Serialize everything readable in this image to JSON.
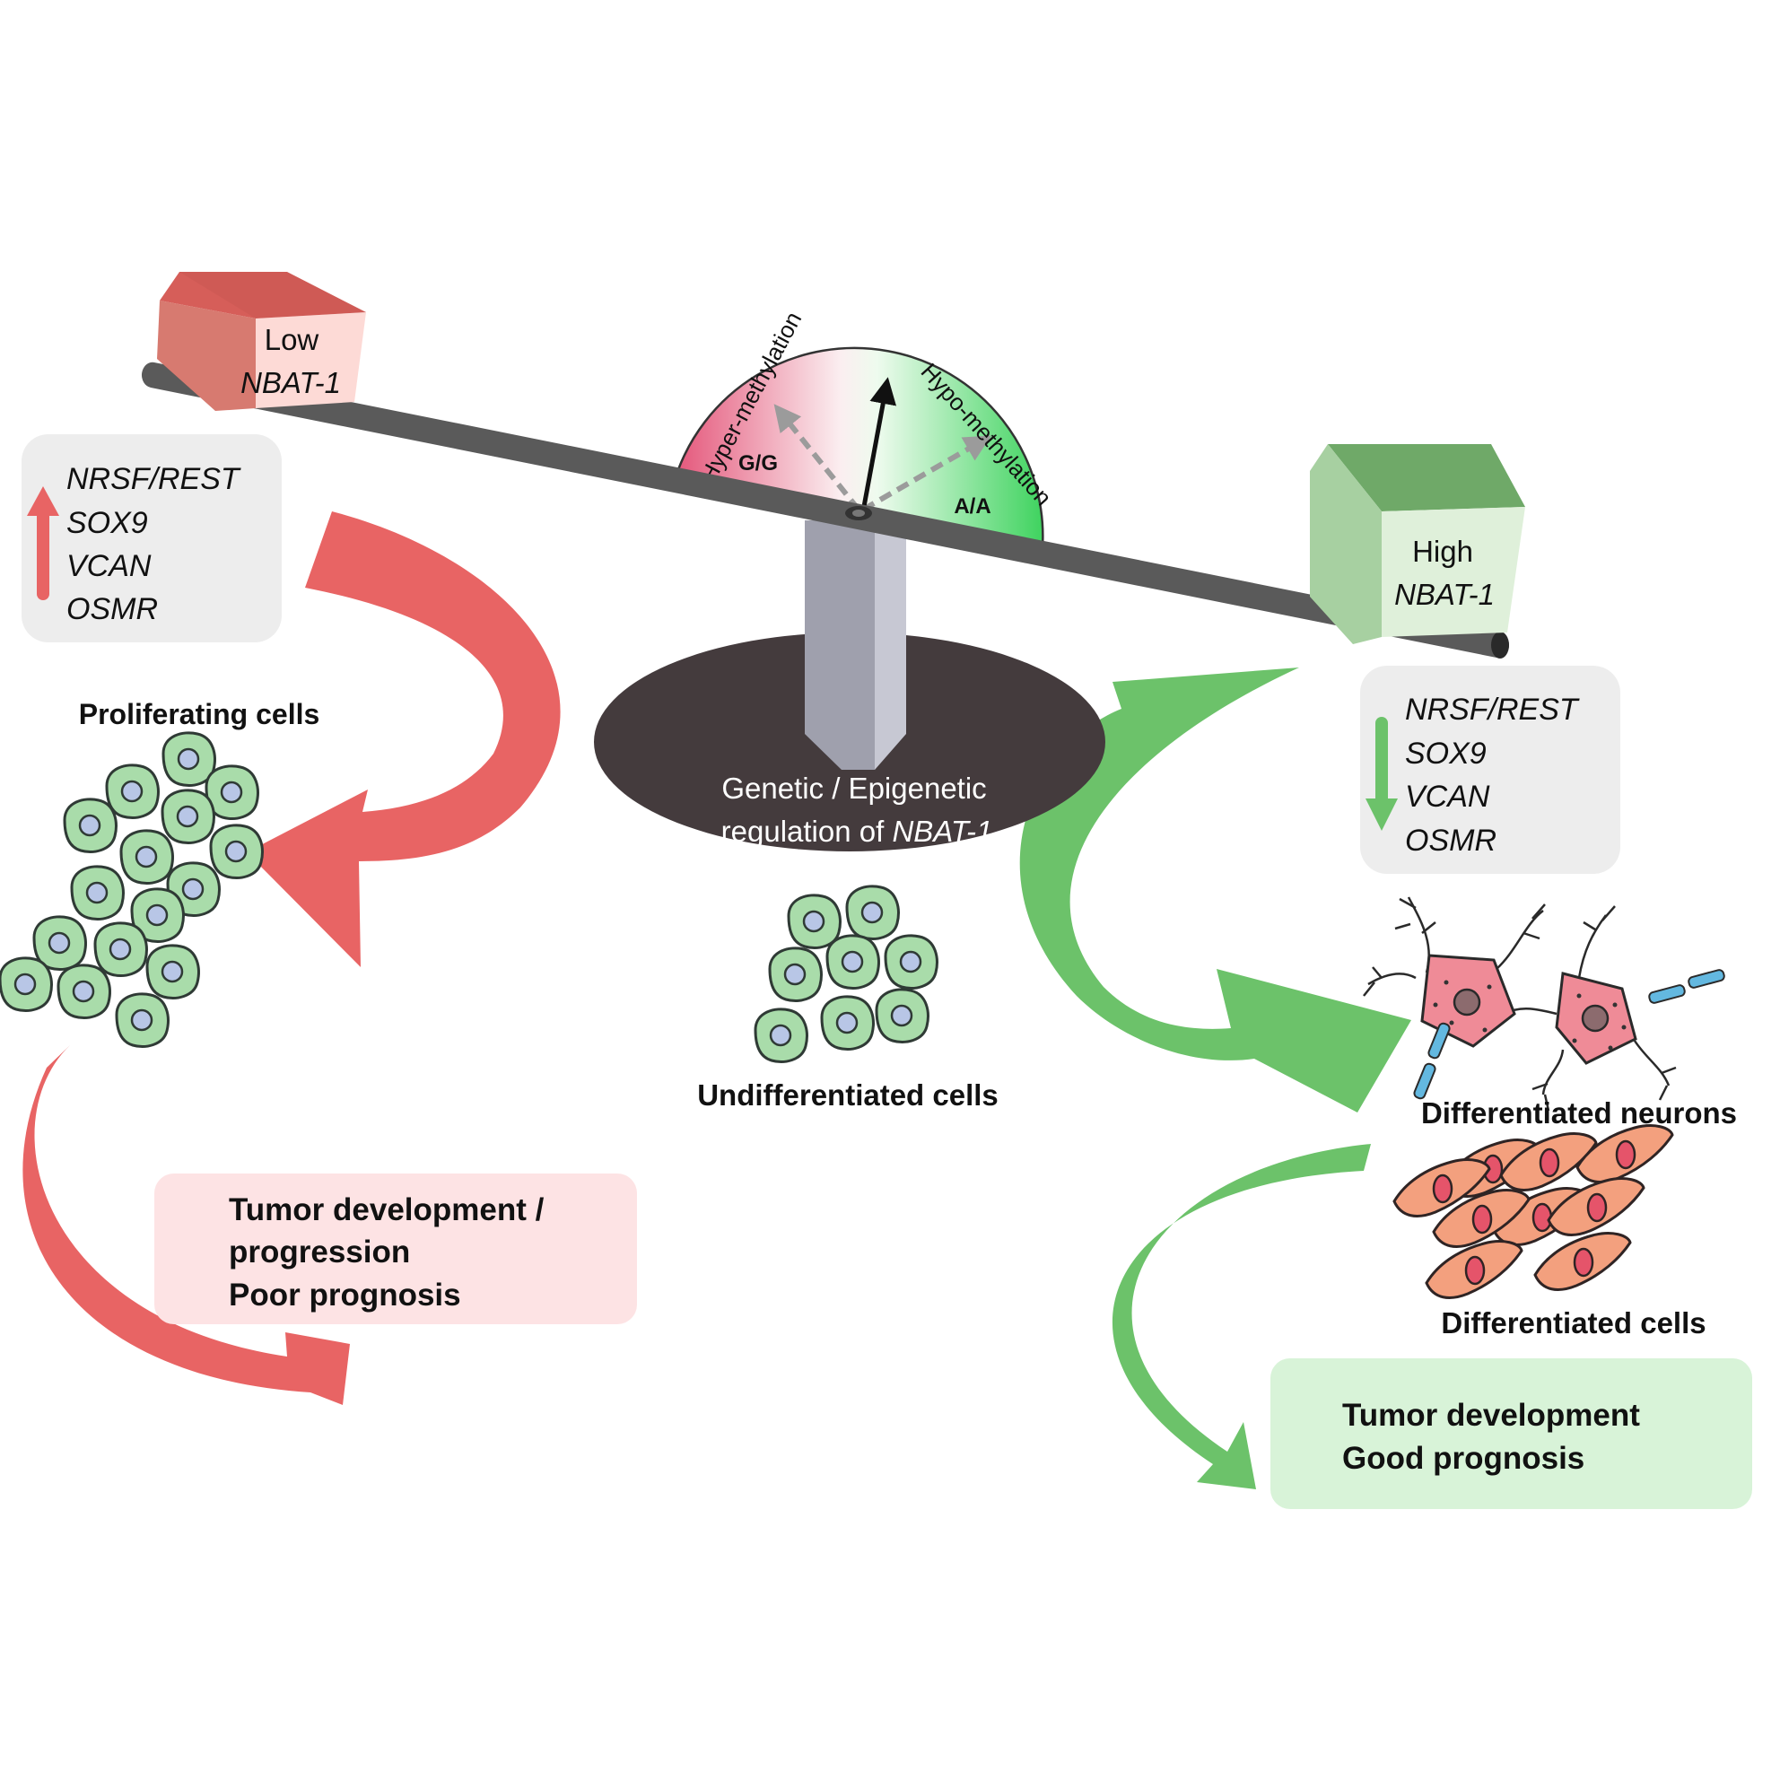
{
  "left_block": {
    "line1": "Low",
    "line2": "NBAT-1"
  },
  "right_block": {
    "line1": "High",
    "line2": "NBAT-1"
  },
  "left_genes": [
    "NRSF/REST",
    "SOX9",
    "VCAN",
    "OSMR"
  ],
  "right_genes": [
    "NRSF/REST",
    "SOX9",
    "VCAN",
    "OSMR"
  ],
  "gauge": {
    "left_label": "Hyper-methylation",
    "right_label": "Hypo-methylation",
    "left_genotype": "G/G",
    "right_genotype": "A/A"
  },
  "base": {
    "line1": "Genetic / Epigenetic",
    "line2_prefix": "regulation of ",
    "line2_italic": "NBAT-1"
  },
  "labels": {
    "proliferating": "Proliferating cells",
    "undifferentiated": "Undifferentiated cells",
    "diff_neurons": "Differentiated neurons",
    "diff_cells": "Differentiated cells"
  },
  "outcome_left": [
    "Tumor development /",
    "progression",
    "Poor prognosis"
  ],
  "outcome_right": [
    "Tumor development",
    "Good prognosis"
  ],
  "colors": {
    "red": "#e86464",
    "green": "#6cc26a",
    "beam": "#5a5a5a",
    "base": "#443b3d",
    "cell_fill": "#a9dcaa",
    "nucleus": "#b8c6e6",
    "neuron": "#ef8b97",
    "diff_cell": "#f3a07e"
  }
}
